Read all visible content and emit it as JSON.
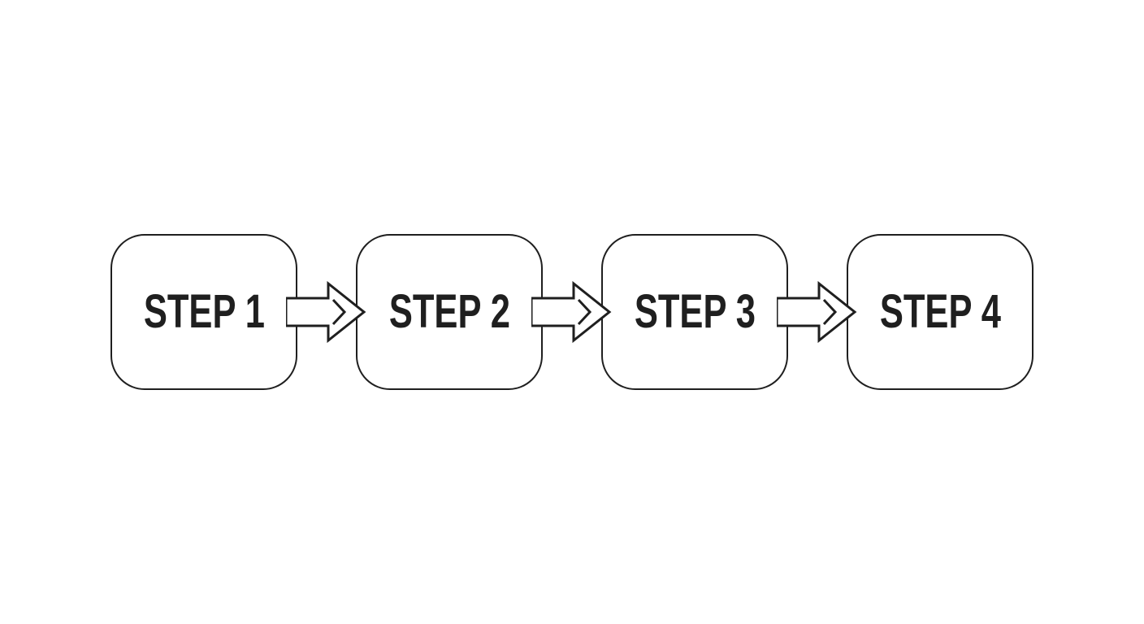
{
  "diagram": {
    "type": "process-flow",
    "direction": "left-to-right",
    "steps": [
      {
        "label": "STEP 1"
      },
      {
        "label": "STEP 2"
      },
      {
        "label": "STEP 3"
      },
      {
        "label": "STEP 4"
      }
    ],
    "connector": "outline-right-arrow-with-chevron",
    "colors": {
      "outline": "#1f1f1f",
      "text": "#1f1f1f",
      "background": "#ffffff",
      "arrow_fill": "#ffffff"
    }
  }
}
